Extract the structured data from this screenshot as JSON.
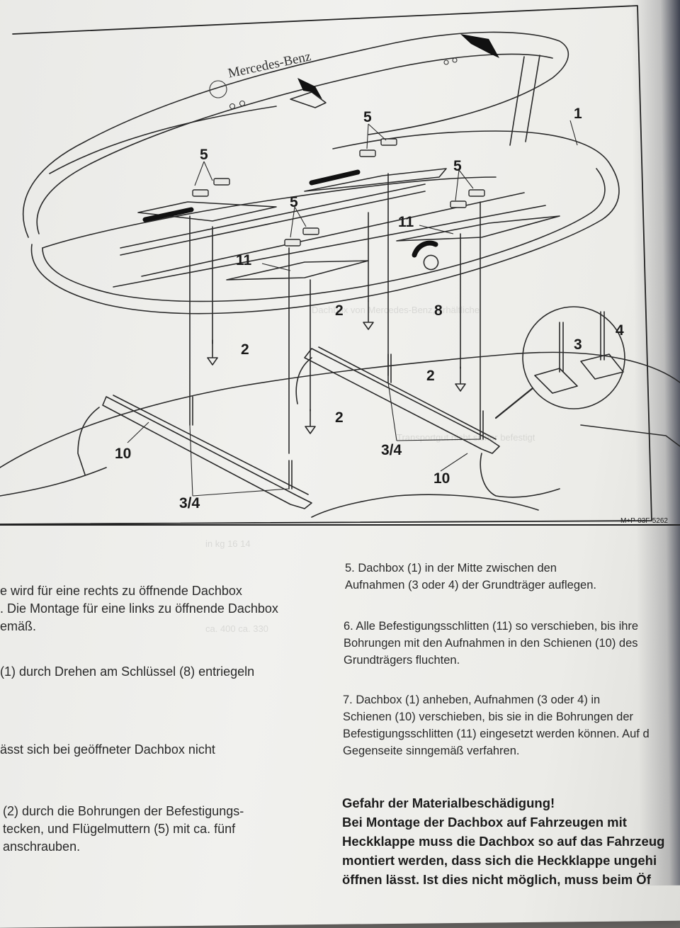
{
  "figure": {
    "brand_text": "Mercedes-Benz",
    "figure_id": "M+P-03F-5262",
    "labels": {
      "l1": "1",
      "l2a": "2",
      "l2b": "2",
      "l2c": "2",
      "l2d": "2",
      "l34a": "3/4",
      "l34b": "3/4",
      "l3": "3",
      "l4": "4",
      "l5a": "5",
      "l5b": "5",
      "l5c": "5",
      "l5d": "5",
      "l8": "8",
      "l10a": "10",
      "l10b": "10",
      "l11a": "11",
      "l11b": "11"
    }
  },
  "left_column": {
    "p1_line1": "e wird für eine rechts zu öffnende Dachbox",
    "p1_line2": ". Die Montage für eine links zu öffnende Dachbox",
    "p1_line3": "emäß.",
    "p2_line1": "(1) durch Drehen am Schlüssel (8) entriegeln",
    "p3_line1": "ässt sich bei geöffneter Dachbox nicht",
    "p4_line1": "(2) durch die Bohrungen der Befestigungs-",
    "p4_line2": "tecken, und Flügelmuttern (5) mit ca. fünf",
    "p4_line3": "anschrauben."
  },
  "right_column": {
    "step5_line1": "5.   Dachbox (1) in der Mitte zwischen den",
    "step5_line2": "Aufnahmen (3 oder 4) der Grundträger auflegen.",
    "step6_line1": "6.   Alle Befestigungsschlitten (11) so verschieben, bis ihre",
    "step6_line2": "Bohrungen mit den Aufnahmen in den Schienen (10) des",
    "step6_line3": "Grundträgers fluchten.",
    "step7_line1": "7.   Dachbox (1) anheben, Aufnahmen (3 oder 4) in",
    "step7_line2": "Schienen (10) verschieben, bis sie in die Bohrungen der",
    "step7_line3": "Befestigungsschlitten (11) eingesetzt werden können. Auf d",
    "step7_line4": "Gegenseite sinngemäß verfahren.",
    "warning_title": "Gefahr der Materialbeschädigung!",
    "warning_line1": "Bei Montage der Dachbox auf Fahrzeugen mit",
    "warning_line2": "Heckklappe muss die Dachbox so auf das Fahrzeug",
    "warning_line3": "montiert werden, dass sich die Heckklappe ungehi",
    "warning_line4": "öffnen lässt. Ist dies nicht möglich, muss beim Öf"
  }
}
